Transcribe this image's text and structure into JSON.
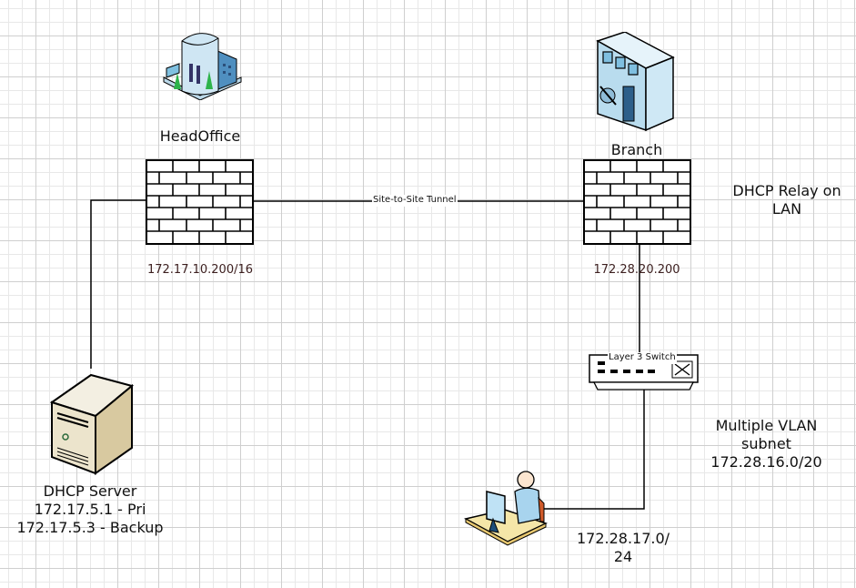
{
  "nodes": {
    "headoffice": {
      "label": "HeadOffice",
      "ip": "172.17.10.200/16",
      "icon": "office-building-icon"
    },
    "branch": {
      "label": "Branch",
      "ip": "172.28.20.200",
      "icon": "bank-building-icon"
    },
    "dhcp_server": {
      "title": "DHCP Server",
      "line1": "172.17.5.1 - Pri",
      "line2": "172.17.5.3 - Backup",
      "icon": "server-tower-icon"
    },
    "switch": {
      "label": "Layer 3 Switch",
      "icon": "layer3-switch-icon"
    },
    "workstation": {
      "subnet_line1": "172.28.17.0/",
      "subnet_line2": "24",
      "icon": "user-workstation-icon"
    }
  },
  "links": {
    "tunnel": {
      "label": "Site-to-Site Tunnel"
    }
  },
  "notes": {
    "relay": {
      "line1": "DHCP Relay on",
      "line2": "LAN"
    },
    "vlan": {
      "line1": "Multiple VLAN",
      "line2": "subnet",
      "line3": "172.28.16.0/20"
    }
  },
  "colors": {
    "firewall_stroke": "#000000",
    "ip_text": "#3d2020",
    "building_blue": "#9fd0e8"
  }
}
